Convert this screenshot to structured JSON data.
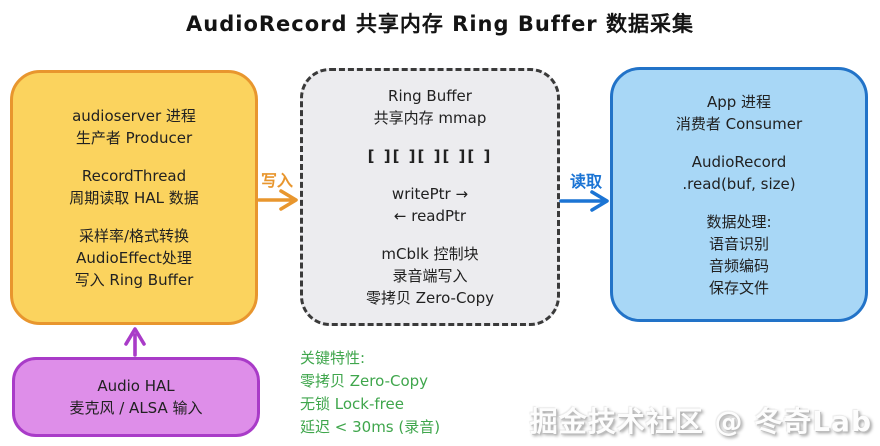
{
  "title": "AudioRecord 共享内存 Ring Buffer 数据采集",
  "colors": {
    "producer-fill": "#FBD35E",
    "producer-border": "#E8962E",
    "ring-fill": "#ECECEF",
    "ring-border": "#3A3A3A",
    "consumer-fill": "#A8D7F6",
    "consumer-border": "#2273C8",
    "hal-fill": "#DE8EE9",
    "hal-border": "#A93BC8",
    "write-arrow": "#E8962E",
    "read-arrow": "#1B74D4",
    "hal-arrow": "#A93BC8",
    "features-green": "#3FA64C"
  },
  "producer": {
    "group1": [
      "audioserver 进程",
      "生产者 Producer"
    ],
    "group2": [
      "RecordThread",
      "周期读取 HAL 数据"
    ],
    "group3": [
      "采样率/格式转换",
      "AudioEffect处理",
      "写入 Ring Buffer"
    ]
  },
  "ring": {
    "group1": [
      "Ring Buffer",
      "共享内存 mmap"
    ],
    "cells": "[ ][ ][ ][ ][ ]",
    "group2": [
      "writePtr →",
      "← readPtr"
    ],
    "group3": [
      "mCblk 控制块",
      "录音端写入",
      "零拷贝 Zero-Copy"
    ]
  },
  "consumer": {
    "group1": [
      "App 进程",
      "消费者 Consumer"
    ],
    "group2": [
      "AudioRecord",
      ".read(buf, size)"
    ],
    "group3": [
      "数据处理:",
      "语音识别",
      "音频编码",
      "保存文件"
    ]
  },
  "hal": {
    "lines": [
      "Audio HAL",
      "麦克风 / ALSA 输入"
    ]
  },
  "arrows": {
    "write_label": "写入",
    "read_label": "读取"
  },
  "features": {
    "heading": "关键特性:",
    "items": [
      "零拷贝 Zero-Copy",
      "无锁 Lock-free",
      "延迟 < 30ms (录音)"
    ]
  },
  "watermark": "掘金技术社区 @ 冬奇Lab"
}
